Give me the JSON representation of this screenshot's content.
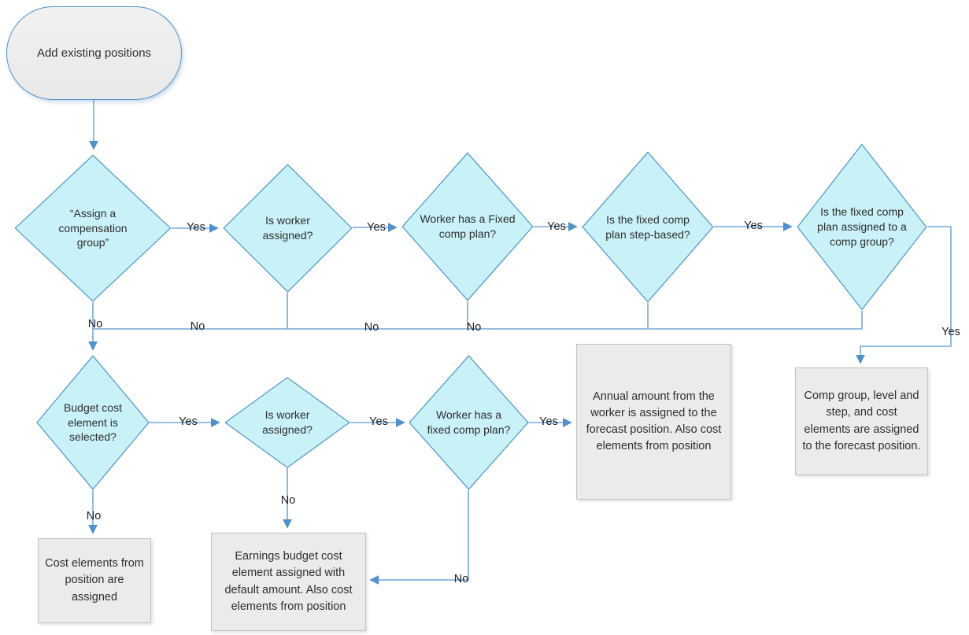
{
  "diagram": {
    "start": {
      "label": "Add existing positions"
    },
    "row1": [
      {
        "label": "“Assign a compensation group”"
      },
      {
        "label": "Is worker assigned?"
      },
      {
        "label": "Worker has a Fixed comp plan?"
      },
      {
        "label": "Is the fixed comp plan step-based?"
      },
      {
        "label": "Is the fixed comp plan assigned to a comp group?"
      }
    ],
    "row2": [
      {
        "label": "Budget cost element is selected?"
      },
      {
        "label": "Is worker assigned?"
      },
      {
        "label": "Worker has a fixed comp plan?"
      }
    ],
    "boxes": {
      "annual_amount": "Annual amount from the worker is assigned to the forecast position. Also cost elements from position",
      "comp_group": "Comp group, level and step, and cost elements are assigned to the forecast position.",
      "cost_elements": "Cost elements from position are assigned",
      "earnings": "Earnings budget cost element assigned with default amount. Also cost elements from position"
    },
    "edge_labels": {
      "yes": "Yes",
      "no": "No"
    }
  },
  "colors": {
    "diamond_fill": "#C9F1F8",
    "diamond_border": "#4E94C8",
    "connector": "#74A9D8",
    "arrowhead": "#4E91CD",
    "box_fill": "#EBEBEB",
    "box_border": "#C2C2C2",
    "terminator_fill": "#EDEDED",
    "text": "#2E2E2E"
  }
}
